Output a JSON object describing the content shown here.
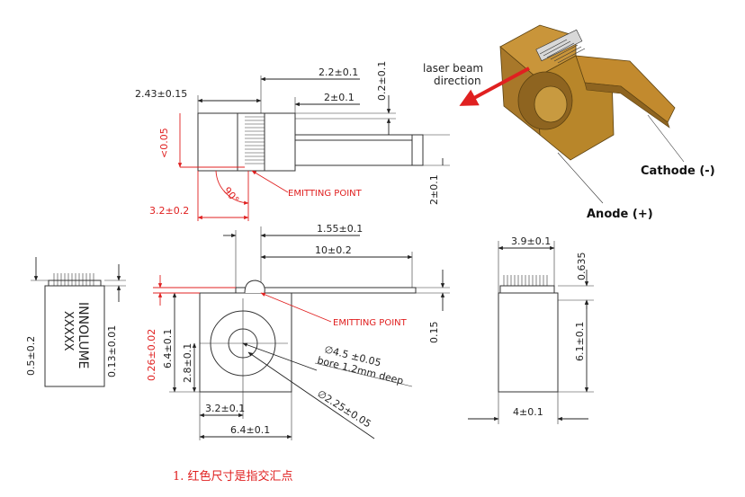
{
  "side_view": {
    "d_2_43": "2.43±0.15",
    "d_2_2": "2.2±0.1",
    "d_2": "2±0.1",
    "d_0_2": "0.2±0.1",
    "d_lt005": "<0.05",
    "d_90": "90°",
    "d_2_thick": "2±0.1",
    "d_3_2": "3.2±0.2",
    "emitting_point": "EMITTING POINT"
  },
  "front_view": {
    "d_1_55": "1.55±0.1",
    "d_10": "10±0.2",
    "d_0_15": "0.15",
    "d_0_26": "0.26±0.02",
    "d_6_4v": "6.4±0.1",
    "d_2_8": "2.8±0.1",
    "d_3_2": "3.2±0.1",
    "d_6_4h": "6.4±0.1",
    "d_bore": "∅4.5 ±0.05",
    "bore_note": "bore 1.2mm deep",
    "d_hole": "∅2.25±0.05",
    "emitting_point": "EMITTING POINT"
  },
  "left_view": {
    "label_brand": "INNOLUME",
    "label_code": "XXXXX",
    "d_0_5": "0.5±0.2",
    "d_0_13": "0.13±0.01"
  },
  "right_view": {
    "d_3_9": "3.9±0.1",
    "d_0_635": "0.635",
    "d_6_1": "6.1±0.1",
    "d_4": "4±0.1"
  },
  "iso_view": {
    "laser_beam_line1": "laser beam",
    "laser_beam_line2": "direction",
    "cathode": "Cathode (-)",
    "anode": "Anode (+)"
  },
  "note": "1. 红色尺寸是指交汇点",
  "colors": {
    "dimension_red": "#e02020",
    "body_gold": "#b8862a",
    "beam_red": "#e02020"
  }
}
